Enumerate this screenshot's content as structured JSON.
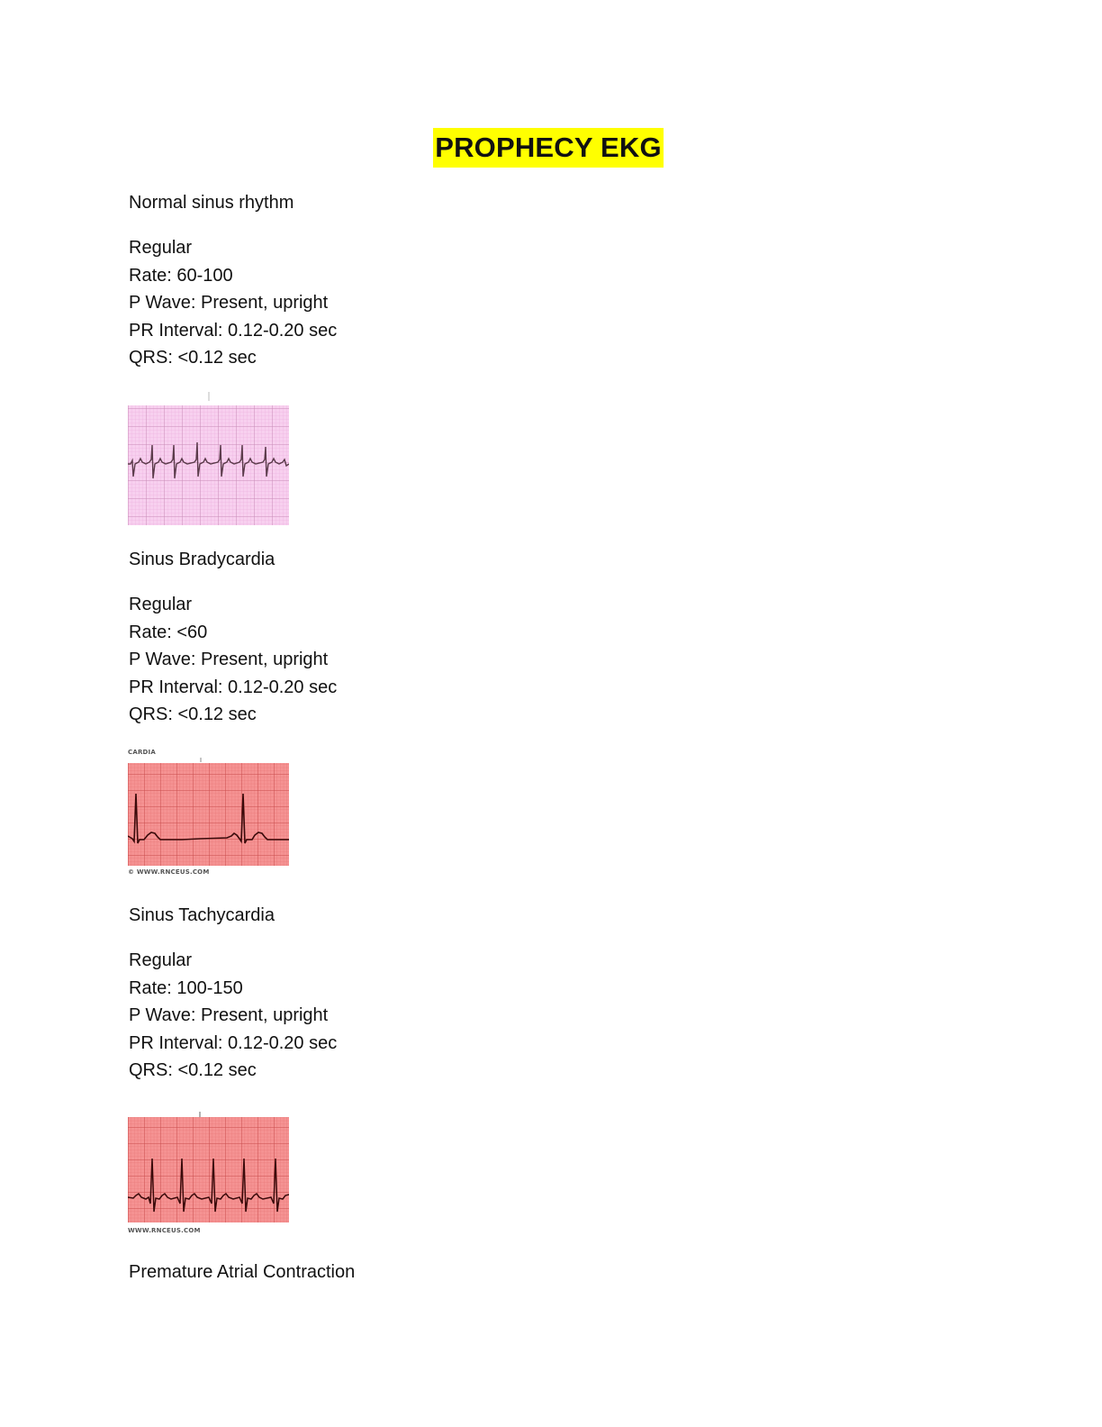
{
  "document": {
    "title": "PROPHECY EKG",
    "title_highlight_color": "#ffff00"
  },
  "sections": [
    {
      "heading": "Normal sinus rhythm",
      "details": [
        "Regular",
        "Rate: 60-100",
        "P Wave: Present, upright",
        "PR Interval: 0.12-0.20 sec",
        "QRS: <0.12 sec"
      ],
      "image": {
        "description": "ekg-strip-normal-sinus-rhythm",
        "grid_color": "#f6c6ec",
        "top_label": "",
        "bottom_caption": ""
      }
    },
    {
      "heading": "Sinus Bradycardia",
      "details": [
        "Regular",
        "Rate: <60",
        "P Wave: Present, upright",
        "PR Interval: 0.12-0.20 sec",
        "QRS: <0.12 sec"
      ],
      "image": {
        "description": "ekg-strip-sinus-bradycardia",
        "grid_color": "#f58a8a",
        "top_label": "CARDIA",
        "bottom_caption": "© WWW.RNCEUS.COM"
      }
    },
    {
      "heading": "Sinus Tachycardia",
      "details": [
        "Regular",
        "Rate: 100-150",
        "P Wave: Present, upright",
        "PR Interval: 0.12-0.20 sec",
        "QRS: <0.12 sec"
      ],
      "image": {
        "description": "ekg-strip-sinus-tachycardia",
        "grid_color": "#f58a8a",
        "top_label": "",
        "bottom_caption": "WWW.RNCEUS.COM"
      }
    },
    {
      "heading": "Premature Atrial Contraction"
    }
  ]
}
